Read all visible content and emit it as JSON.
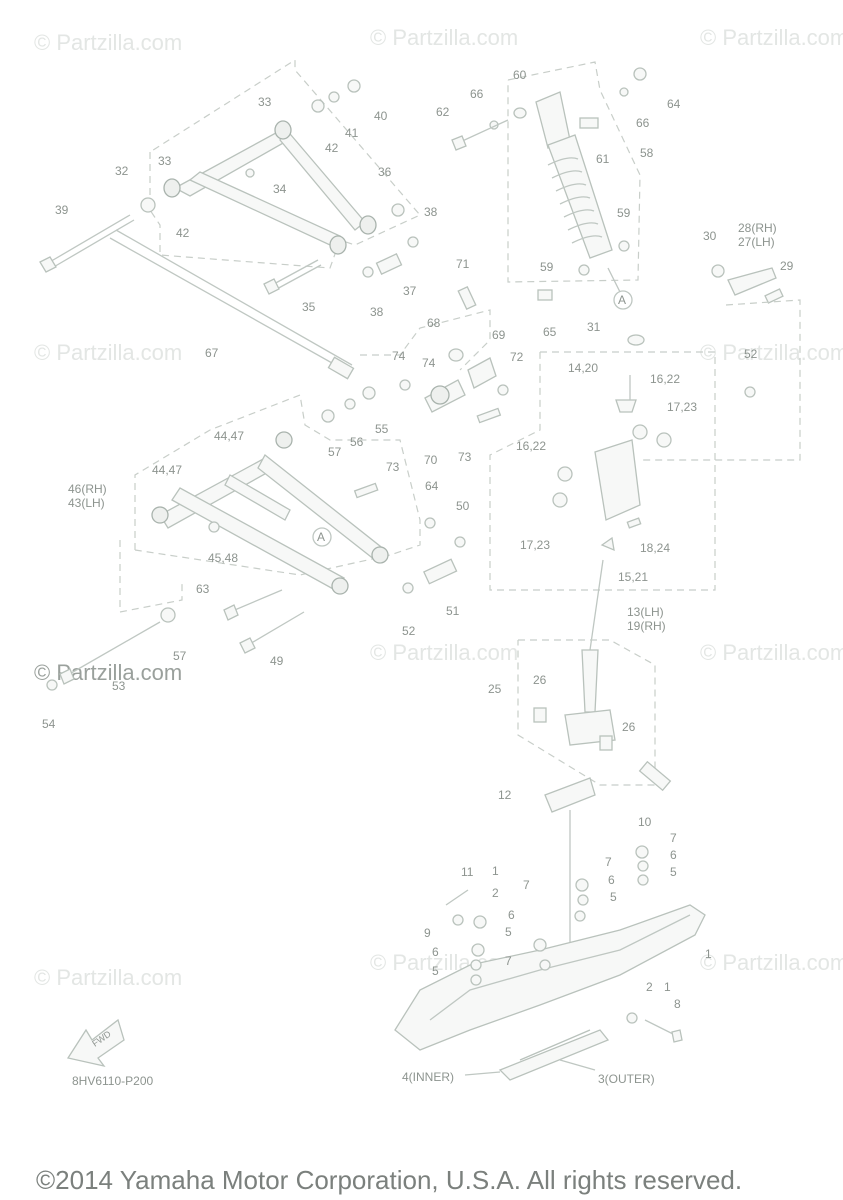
{
  "watermark": "© Partzilla.com",
  "diagram_code": "8HV6110-P200",
  "fwd_label": "FWD",
  "copyright": "©2014 Yamaha Motor Corporation, U.S.A. All rights reserved.",
  "callouts": {
    "c1": "1",
    "c2": "2",
    "c3": "3(OUTER)",
    "c4": "4(INNER)",
    "c5": "5",
    "c6": "6",
    "c7": "7",
    "c8": "8",
    "c9": "9",
    "c10": "10",
    "c11": "11",
    "c12": "12",
    "c13_19": "13(LH)",
    "c19": "19(RH)",
    "c14_20": "14,20",
    "c15_21": "15,21",
    "c16_22": "16,22",
    "c17_23": "17,23",
    "c18_24": "18,24",
    "c25": "25",
    "c26": "26",
    "c27_28a": "28(RH)",
    "c27_28b": "27(LH)",
    "c29": "29",
    "c30": "30",
    "c31": "31",
    "c32": "32",
    "c33": "33",
    "c34": "34",
    "c35": "35",
    "c36": "36",
    "c37": "37",
    "c38": "38",
    "c39": "39",
    "c40": "40",
    "c41": "41",
    "c42": "42",
    "c43_46a": "46(RH)",
    "c43_46b": "43(LH)",
    "c44_47": "44,47",
    "c45_48": "45,48",
    "c49": "49",
    "c50": "50",
    "c51": "51",
    "c52": "52",
    "c53": "53",
    "c54": "54",
    "c55": "55",
    "c56": "56",
    "c57": "57",
    "c58": "58",
    "c59": "59",
    "c60": "60",
    "c61": "61",
    "c62": "62",
    "c63": "63",
    "c64": "64",
    "c65": "65",
    "c66": "66",
    "c67": "67",
    "c68": "68",
    "c69": "69",
    "c70": "70",
    "c71": "71",
    "c72": "72",
    "c73": "73",
    "c74": "74",
    "ref_a": "A"
  }
}
